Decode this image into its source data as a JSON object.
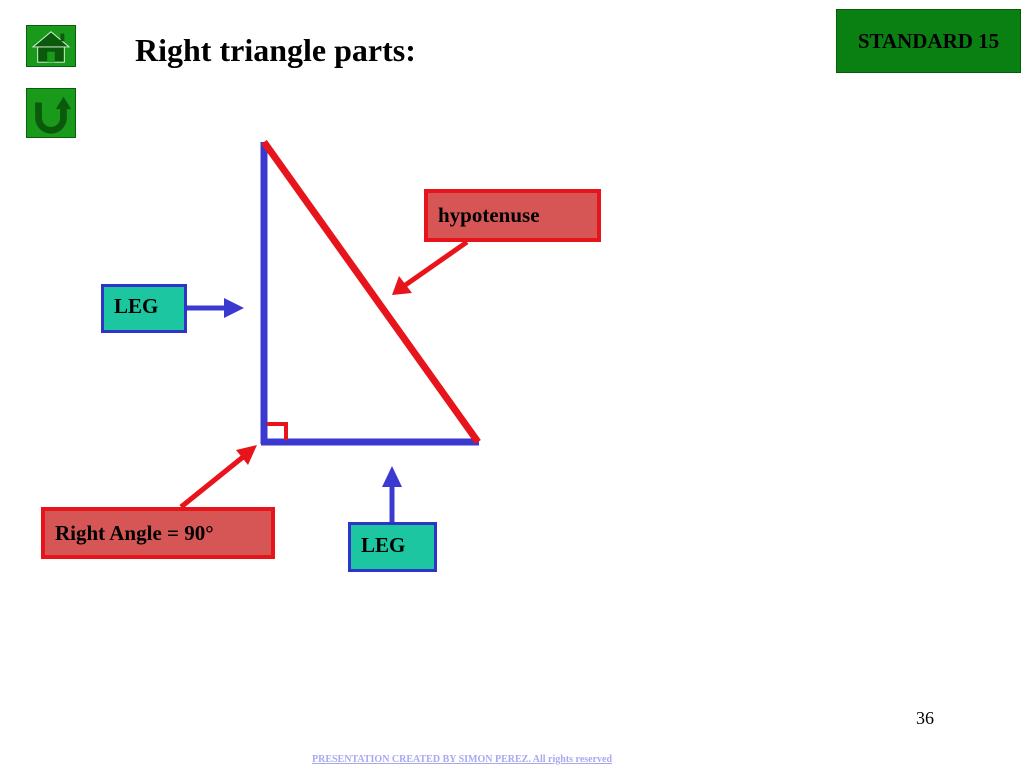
{
  "slide": {
    "title": "Right triangle parts:",
    "standard_badge": "STANDARD 15",
    "page_number": "36",
    "footer": "PRESENTATION CREATED BY SIMON PEREZ. All rights reserved"
  },
  "nav": {
    "home_icon": "home-icon",
    "back_icon": "return-arrow-icon"
  },
  "labels": {
    "hypotenuse": "hypotenuse",
    "leg_left": "LEG",
    "leg_bottom": "LEG",
    "right_angle": "Right Angle = 90°"
  },
  "colors": {
    "nav_green": "#1a9a1a",
    "badge_green": "#0a7f12",
    "leg_blue": "#3a3ad0",
    "hypotenuse_red": "#e8141c",
    "label_red_fill": "#d65656",
    "label_teal_fill": "#1cc6a0"
  }
}
